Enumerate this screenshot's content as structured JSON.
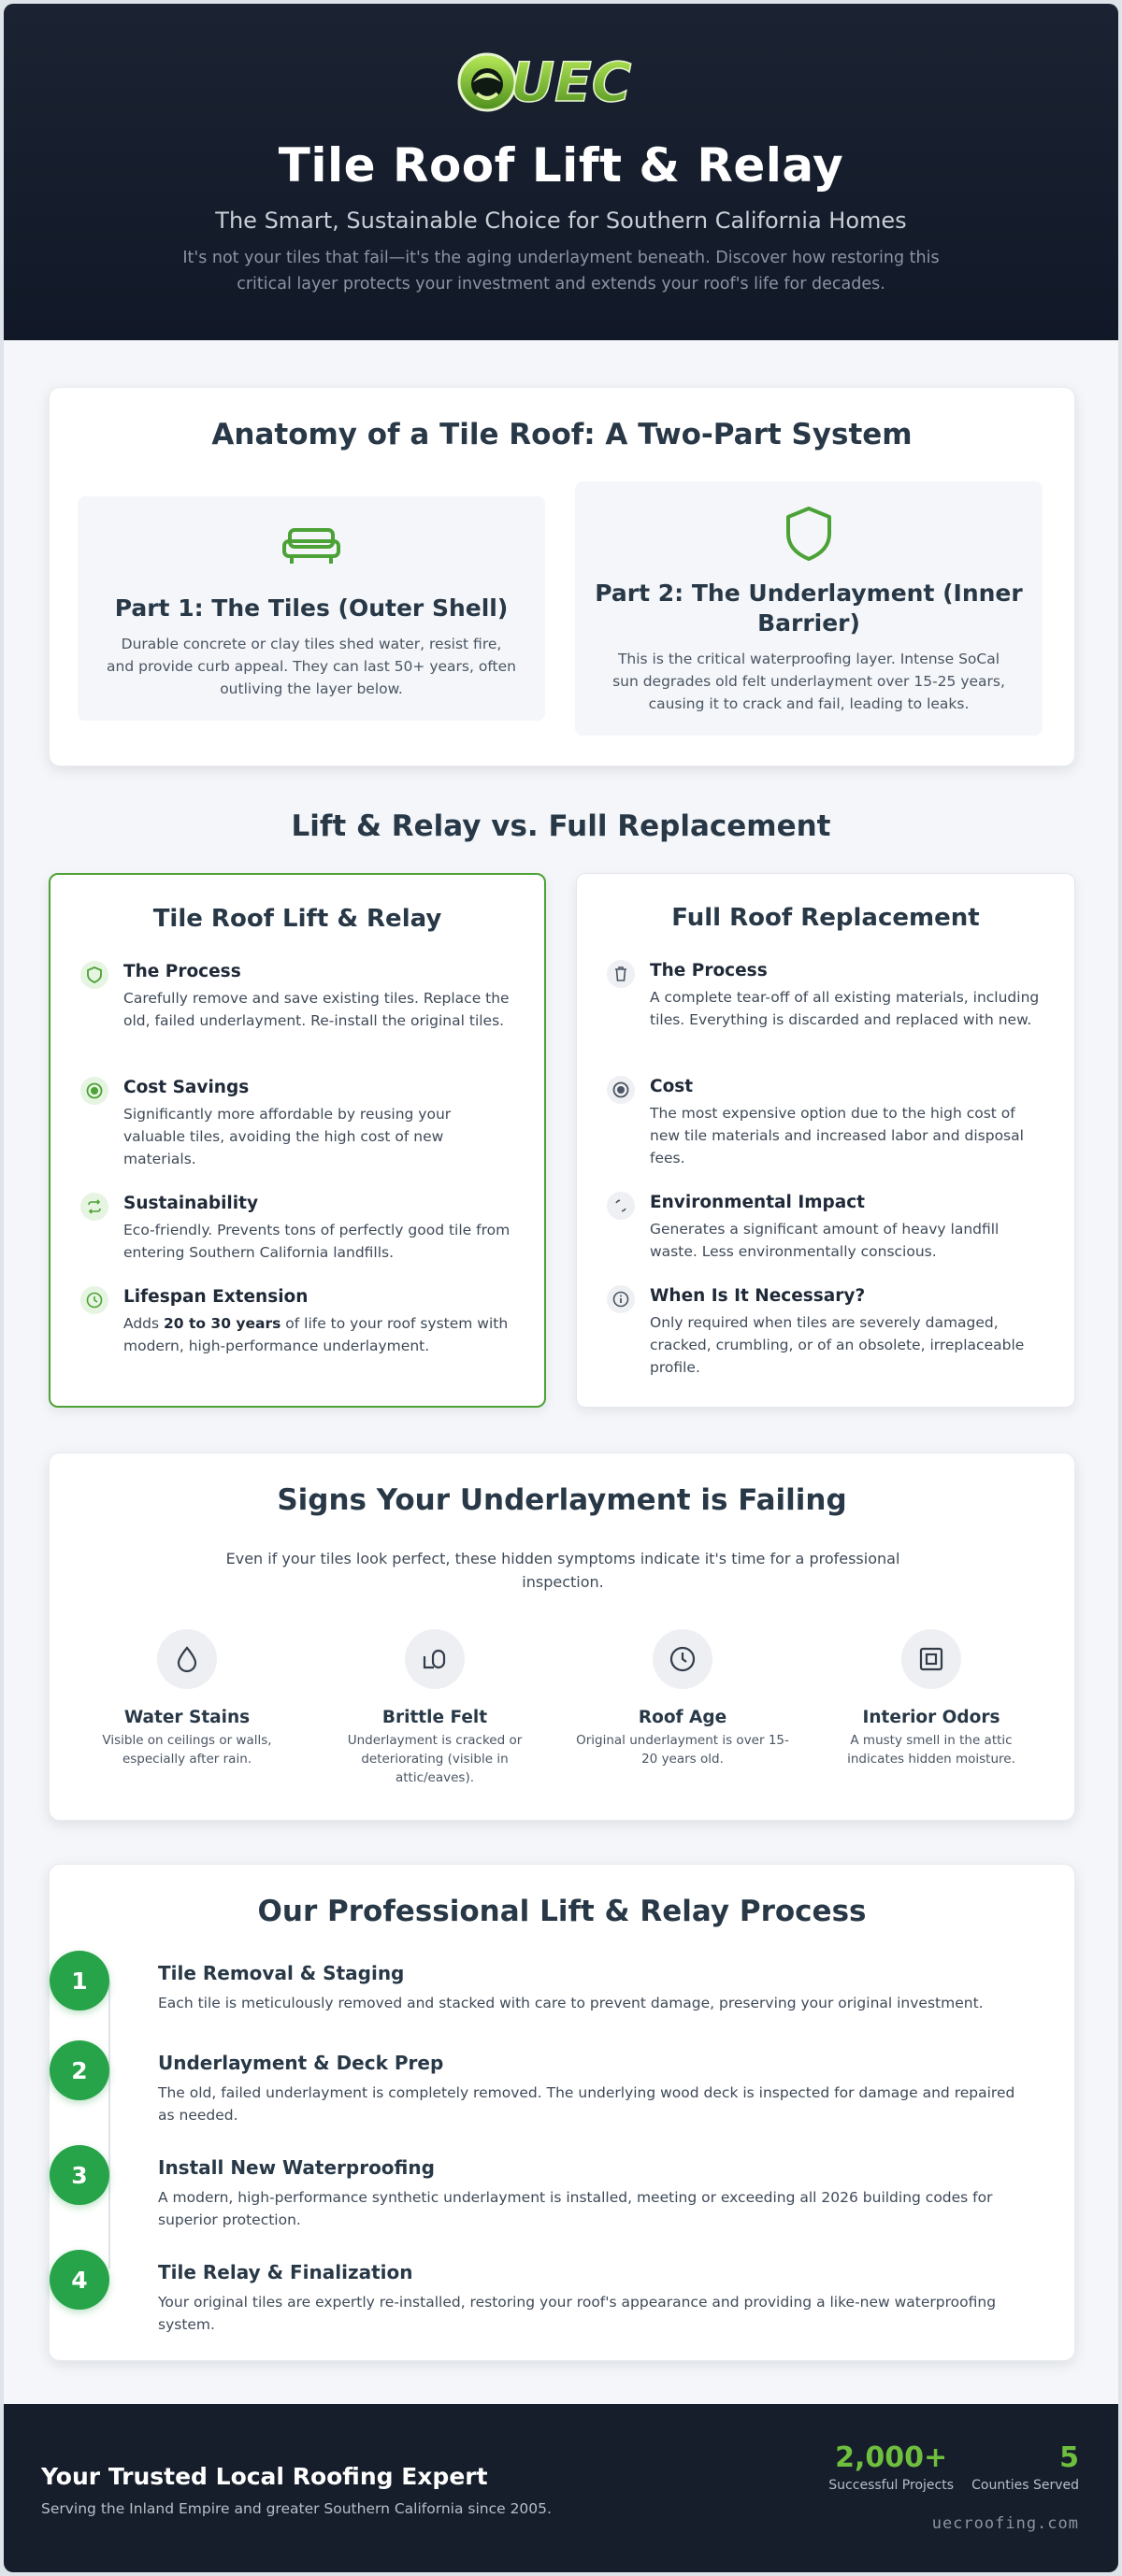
{
  "header": {
    "logo_text": "UEC",
    "title": "Tile Roof Lift & Relay",
    "subtitle": "The Smart, Sustainable Choice for Southern California Homes",
    "description": "It's not your tiles that fail—it's the aging underlayment beneath. Discover how restoring this critical layer protects your investment and extends your roof's life for decades."
  },
  "anatomy": {
    "title": "Anatomy of a Tile Roof: A Two-Part System",
    "parts": [
      {
        "icon": "sofa-icon",
        "title": "Part 1: The Tiles (Outer Shell)",
        "text": "Durable concrete or clay tiles shed water, resist fire, and provide curb appeal. They can last 50+ years, often outliving the layer below."
      },
      {
        "icon": "shield-icon",
        "title": "Part 2: The Underlayment (Inner Barrier)",
        "text": "This is the critical waterproofing layer. Intense SoCal sun degrades old felt underlayment over 15-25 years, causing it to crack and fail, leading to leaks."
      }
    ]
  },
  "comparison": {
    "title": "Lift & Relay vs. Full Replacement",
    "accent": "#4ca236",
    "left": {
      "title": "Tile Roof Lift & Relay",
      "items": [
        {
          "icon": "shield-icon",
          "title": "The Process",
          "text": "Carefully remove and save existing tiles. Replace the old, failed underlayment. Re-install the original tiles."
        },
        {
          "icon": "coin-icon",
          "title": "Cost Savings",
          "text": "Significantly more affordable by reusing your valuable tiles, avoiding the high cost of new materials."
        },
        {
          "icon": "recycle-icon",
          "title": "Sustainability",
          "text": "Eco-friendly. Prevents tons of perfectly good tile from entering Southern California landfills."
        },
        {
          "icon": "clock-icon",
          "title": "Lifespan Extension",
          "text_before": "Adds ",
          "text_bold": "20 to 30 years",
          "text_after": " of life to your roof system with modern, high-performance underlayment."
        }
      ]
    },
    "right": {
      "title": "Full Roof Replacement",
      "items": [
        {
          "icon": "trash-icon",
          "title": "The Process",
          "text": "A complete tear-off of all existing materials, including tiles. Everything is discarded and replaced with new."
        },
        {
          "icon": "coin-icon",
          "title": "Cost",
          "text": "The most expensive option due to the high cost of new tile materials and increased labor and disposal fees."
        },
        {
          "icon": "loader-icon",
          "title": "Environmental Impact",
          "text": "Generates a significant amount of heavy landfill waste. Less environmentally conscious."
        },
        {
          "icon": "info-icon",
          "title": "When Is It Necessary?",
          "text": "Only required when tiles are severely damaged, cracked, crumbling, or of an obsolete, irreplaceable profile."
        }
      ]
    }
  },
  "signs": {
    "title": "Signs Your Underlayment is Failing",
    "intro": "Even if your tiles look perfect, these hidden symptoms indicate it's time for a professional inspection.",
    "items": [
      {
        "icon": "droplet-icon",
        "title": "Water Stains",
        "text": "Visible on ceilings or walls, especially after rain."
      },
      {
        "icon": "layers-icon",
        "title": "Brittle Felt",
        "text": "Underlayment is cracked or deteriorating (visible in attic/eaves)."
      },
      {
        "icon": "clock-icon",
        "title": "Roof Age",
        "text": "Original underlayment is over 15-20 years old."
      },
      {
        "icon": "square-icon",
        "title": "Interior Odors",
        "text": "A musty smell in the attic indicates hidden moisture."
      }
    ]
  },
  "process": {
    "title": "Our Professional Lift & Relay Process",
    "steps": [
      {
        "num": "1",
        "title": "Tile Removal & Staging",
        "text": "Each tile is meticulously removed and stacked with care to prevent damage, preserving your original investment."
      },
      {
        "num": "2",
        "title": "Underlayment & Deck Prep",
        "text": "The old, failed underlayment is completely removed. The underlying wood deck is inspected for damage and repaired as needed."
      },
      {
        "num": "3",
        "title": "Install New Waterproofing",
        "text": "A modern, high-performance synthetic underlayment is installed, meeting or exceeding all 2026 building codes for superior protection."
      },
      {
        "num": "4",
        "title": "Tile Relay & Finalization",
        "text": "Your original tiles are expertly re-installed, restoring your roof's appearance and providing a like-new waterproofing system."
      }
    ]
  },
  "footer": {
    "title": "Your Trusted Local Roofing Expert",
    "subtitle": "Serving the Inland Empire and greater Southern California since 2005.",
    "stats": [
      {
        "value": "2,000+",
        "label": "Successful Projects"
      },
      {
        "value": "5",
        "label": "Counties Served"
      }
    ],
    "url": "uecroofing.com"
  }
}
